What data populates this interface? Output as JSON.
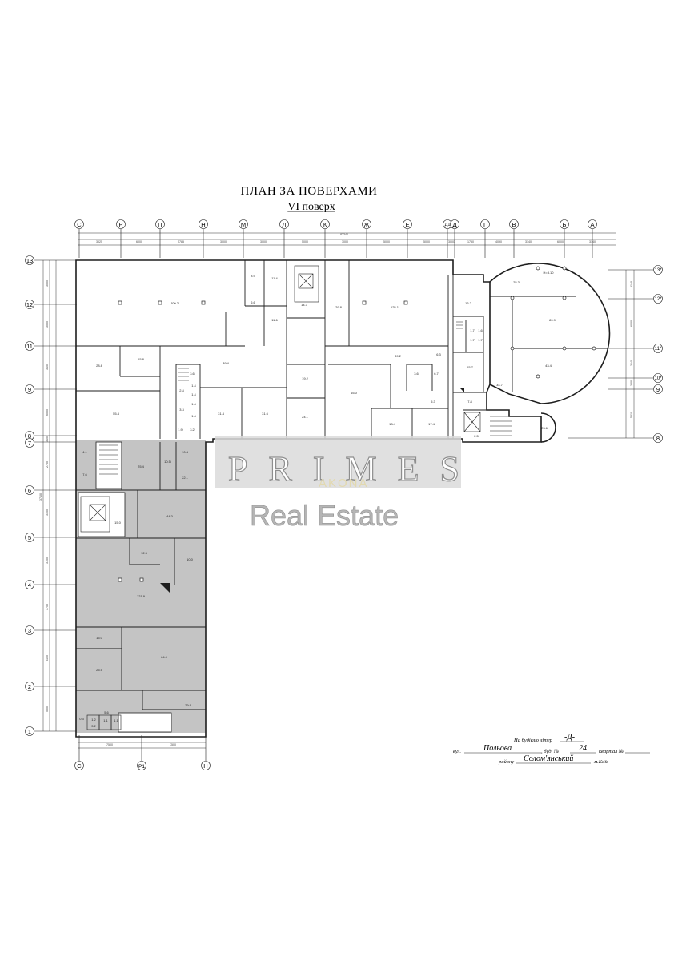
{
  "title": "ПЛАН ЗА ПОВЕРХАМИ",
  "floor": "VI поверх",
  "axes": {
    "top": [
      "С",
      "Р",
      "П",
      "Н",
      "М",
      "Л",
      "К",
      "Ж",
      "Е",
      "Д1",
      "Д",
      "Г",
      "В",
      "Б",
      "А"
    ],
    "bottom": [
      "С",
      "Р1",
      "Н"
    ],
    "left": [
      "13",
      "12",
      "11",
      "9",
      "8",
      "7",
      "6",
      "5",
      "4",
      "3",
      "2",
      "1"
    ],
    "right": [
      "13*",
      "12*",
      "11*",
      "10*",
      "9",
      "8"
    ]
  },
  "dimensions": {
    "total": "82340",
    "top_segments": [
      "3025",
      "6000",
      "5785",
      "3000",
      "3000",
      "5000",
      "3000",
      "5000",
      "5000",
      "3000",
      "1750",
      "4090",
      "3140",
      "6000",
      "3140"
    ],
    "left_segments": [
      "3000",
      "3000",
      "3150",
      "6000",
      "2750",
      "3150",
      "3750",
      "3750",
      "3150",
      "5000",
      "3150"
    ],
    "right_segments": [
      "3140",
      "6000",
      "3140",
      "5010",
      "3000"
    ],
    "bottom_segments": [
      "7500",
      "7500"
    ],
    "total_left": "37100"
  },
  "rooms": [
    "209.2",
    "8.9",
    "11.4",
    "6.6",
    "11.6",
    "14.3",
    "29.8",
    "125.1",
    "16.2",
    "25.3",
    "H=3.10",
    "89.9",
    "28.8",
    "15.8",
    "89.4",
    "3.6",
    "2.8",
    "1.4",
    "1.4",
    "1.4",
    "3.3",
    "1.4",
    "1.9",
    "3.2",
    "39.2",
    "6.3",
    "19.2",
    "65.0",
    "3.6",
    "6.7",
    "5.3",
    "15.7",
    "1.7",
    "1.6",
    "1.7",
    "1.7",
    "43.4",
    "34.7",
    "55.4",
    "31.4",
    "31.6",
    "24.1",
    "18.4",
    "17.4",
    "7.8",
    "2.5",
    "23.6",
    "4.1",
    "7.6",
    "25.4",
    "10.5",
    "10.4",
    "22.1",
    "15.0",
    "44.0",
    "12.5",
    "10.0",
    "121.9",
    "15.0",
    "25.5",
    "64.0",
    "29.9",
    "5.6",
    "0.3",
    "1.2",
    "1.1",
    "1.1",
    "3.2"
  ],
  "info": {
    "building_label": "На будівлю літер",
    "building_value": "-Д-",
    "street_label": "вул.",
    "street_value": "Польова",
    "house_label": ", буд. №",
    "house_value": "24",
    "block_label": "квартал №",
    "block_value": "",
    "district_label": "району",
    "district_value": "Солом'янський",
    "city": "м.Київ"
  },
  "watermark": {
    "brand": "PRIMES",
    "brand_sub": "Real Estate",
    "brand_faded": "AKONA"
  },
  "colors": {
    "line": "#1e1e1e",
    "shaded_rooms": "#c4c4c4",
    "watermark_fill": "#d9d9d9"
  }
}
